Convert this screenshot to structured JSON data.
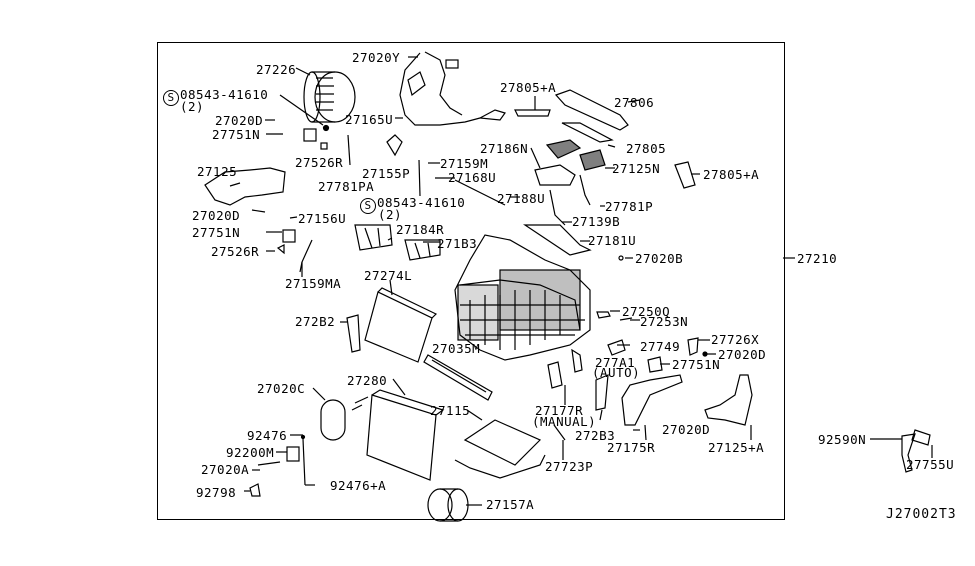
{
  "diagram": {
    "id_code": "J27002T3",
    "assembly_label": "27210",
    "labels": [
      {
        "key": "l1",
        "text": "27226"
      },
      {
        "key": "l2",
        "text": "08543-41610",
        "screw": "S",
        "qty": "(2)"
      },
      {
        "key": "l3",
        "text": "27020D"
      },
      {
        "key": "l4",
        "text": "27751N"
      },
      {
        "key": "l5",
        "text": "27526R"
      },
      {
        "key": "l6",
        "text": "27125"
      },
      {
        "key": "l7",
        "text": "27781PA"
      },
      {
        "key": "l8",
        "text": "27155P"
      },
      {
        "key": "l9",
        "text": "27020Y"
      },
      {
        "key": "l10",
        "text": "27165U"
      },
      {
        "key": "l11",
        "text": "27159M"
      },
      {
        "key": "l12",
        "text": "27168U"
      },
      {
        "key": "l13",
        "text": "08543-41610",
        "screw": "S",
        "qty": "(2)"
      },
      {
        "key": "l14",
        "text": "27020D"
      },
      {
        "key": "l15",
        "text": "27156U"
      },
      {
        "key": "l16",
        "text": "27751N"
      },
      {
        "key": "l17",
        "text": "27526R"
      },
      {
        "key": "l18",
        "text": "27159MA"
      },
      {
        "key": "l19",
        "text": "27184R"
      },
      {
        "key": "l20",
        "text": "271B3"
      },
      {
        "key": "l21",
        "text": "27274L"
      },
      {
        "key": "l22",
        "text": "272B2"
      },
      {
        "key": "l23",
        "text": "27805+A"
      },
      {
        "key": "l24",
        "text": "27806"
      },
      {
        "key": "l25",
        "text": "27186N"
      },
      {
        "key": "l26",
        "text": "27805"
      },
      {
        "key": "l27",
        "text": "27125N"
      },
      {
        "key": "l28",
        "text": "27805+A"
      },
      {
        "key": "l29",
        "text": "27188U"
      },
      {
        "key": "l30",
        "text": "27781P"
      },
      {
        "key": "l31",
        "text": "27139B"
      },
      {
        "key": "l32",
        "text": "27181U"
      },
      {
        "key": "l33",
        "text": "27020B"
      },
      {
        "key": "l34",
        "text": "27250Q"
      },
      {
        "key": "l35",
        "text": "27253N"
      },
      {
        "key": "l36",
        "text": "27035M"
      },
      {
        "key": "l37",
        "text": "27726X"
      },
      {
        "key": "l38",
        "text": "27749"
      },
      {
        "key": "l39",
        "text": "27020D"
      },
      {
        "key": "l40",
        "text": "277A1",
        "note": "(AUTO)"
      },
      {
        "key": "l41",
        "text": "27751N"
      },
      {
        "key": "l42",
        "text": "27020C"
      },
      {
        "key": "l43",
        "text": "27280"
      },
      {
        "key": "l44",
        "text": "27115"
      },
      {
        "key": "l45",
        "text": "27177R",
        "note": "(MANUAL)"
      },
      {
        "key": "l46",
        "text": "272B3"
      },
      {
        "key": "l47",
        "text": "27020D"
      },
      {
        "key": "l48",
        "text": "27175R"
      },
      {
        "key": "l49",
        "text": "27125+A"
      },
      {
        "key": "l50",
        "text": "92476"
      },
      {
        "key": "l51",
        "text": "92200M"
      },
      {
        "key": "l52",
        "text": "27020A"
      },
      {
        "key": "l53",
        "text": "92476+A"
      },
      {
        "key": "l54",
        "text": "92798"
      },
      {
        "key": "l55",
        "text": "27723P"
      },
      {
        "key": "l56",
        "text": "27157A"
      },
      {
        "key": "l57",
        "text": "92590N"
      },
      {
        "key": "l58",
        "text": "27755U"
      }
    ]
  }
}
